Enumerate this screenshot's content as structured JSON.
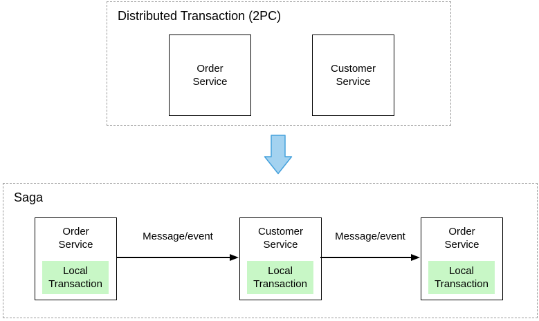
{
  "top_group": {
    "title": "Distributed Transaction (2PC)",
    "boxes": [
      {
        "label": "Order\nService"
      },
      {
        "label": "Customer\nService"
      }
    ]
  },
  "saga_group": {
    "title": "Saga",
    "nodes": [
      {
        "label": "Order\nService",
        "local_label": "Local\nTransaction"
      },
      {
        "label": "Customer\nService",
        "local_label": "Local\nTransaction"
      },
      {
        "label": "Order\nService",
        "local_label": "Local\nTransaction"
      }
    ],
    "arrows": [
      {
        "label": "Message/event"
      },
      {
        "label": "Message/event"
      }
    ]
  },
  "colors": {
    "local_transaction_bg": "#c8f7c6",
    "down_arrow_fill": "#a3d2f0",
    "down_arrow_stroke": "#45a1dc",
    "dashed_border": "#999999",
    "solid_border": "#000000"
  }
}
